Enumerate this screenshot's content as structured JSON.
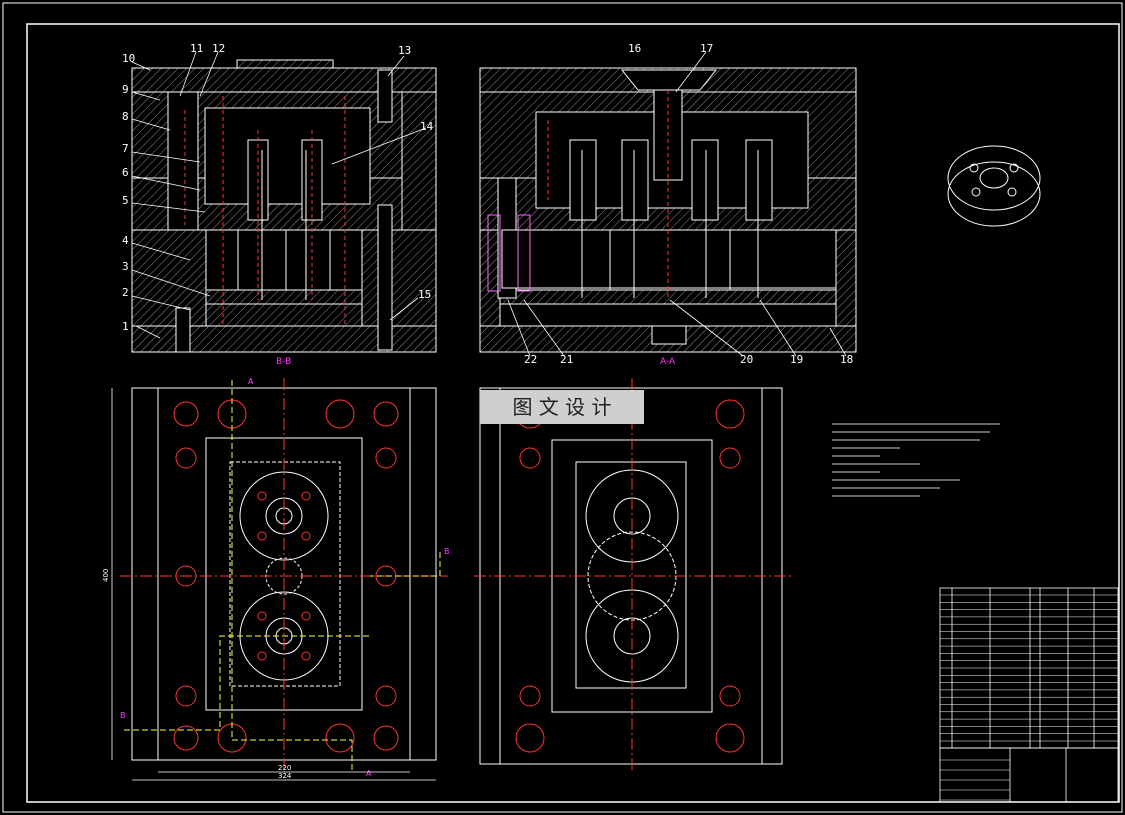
{
  "watermark": "图 文 设 计",
  "section_labels": {
    "left": "B-B",
    "right": "A-A"
  },
  "callouts": [
    "1",
    "2",
    "3",
    "4",
    "5",
    "6",
    "7",
    "8",
    "9",
    "10",
    "11",
    "12",
    "13",
    "14",
    "15",
    "16",
    "17",
    "18",
    "19",
    "20",
    "21",
    "22"
  ],
  "section_marks": {
    "a": "A",
    "b": "B"
  },
  "dimensions": {
    "width_inner": "220",
    "width_outer": "324",
    "height": "400"
  },
  "colors": {
    "line": "#ffffff",
    "hatch": "#9a9a9a",
    "hidden": "#ff3333",
    "center": "#ff3333",
    "section_mark": "#ffff33",
    "label": "#ff33ff",
    "cyan": "#33ffff",
    "green": "#33ff33"
  },
  "icons": {
    "part_view": "hollow-wheel-part-icon",
    "stamp": "watermark-stamp"
  }
}
